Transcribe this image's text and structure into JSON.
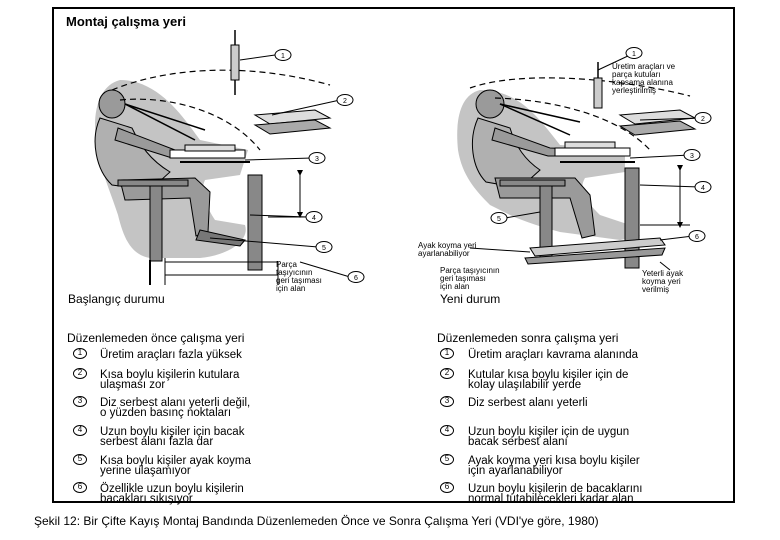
{
  "title": "Montaj çalışma yeri",
  "labels": {
    "top_right": [
      "Üretim araçları ve",
      "parça kutuları",
      "kapsama alanına",
      "yerleştirilmiş"
    ],
    "foot_adj": [
      "Ayak koyma yeri",
      "ayarlanabiliyor"
    ],
    "left_carrier": [
      "Parça",
      "taşıyıcının",
      "geri taşıması",
      "için alan"
    ],
    "right_carrier": [
      "Parça taşıyıcının",
      "geri taşıması",
      "için alan"
    ],
    "right_foot": [
      "Yeterli ayak",
      "koyma yeri",
      "verilmiş"
    ]
  },
  "callouts_left": [
    "1",
    "2",
    "3",
    "4",
    "5",
    "6"
  ],
  "callouts_right": [
    "1",
    "2",
    "3",
    "4",
    "5",
    "6"
  ],
  "states": {
    "before": "Başlangıç durumu",
    "after": "Yeni durum"
  },
  "before": {
    "heading": "Düzenlemeden önce çalışma yeri",
    "items": [
      {
        "num": "1",
        "lines": [
          "Üretim araçları fazla yüksek"
        ]
      },
      {
        "num": "2",
        "lines": [
          "Kısa boylu kişilerin kutulara",
          "ulaşması zor"
        ]
      },
      {
        "num": "3",
        "lines": [
          "Diz serbest alanı yeterli değil,",
          "o yüzden basınç noktaları"
        ]
      },
      {
        "num": "4",
        "lines": [
          "Uzun boylu kişiler için bacak",
          "serbest alanı fazla dar"
        ]
      },
      {
        "num": "5",
        "lines": [
          "Kısa boylu kişiler ayak koyma",
          "yerine ulaşamıyor"
        ]
      },
      {
        "num": "6",
        "lines": [
          "Özellikle uzun boylu kişilerin",
          "bacakları sıkışıyor"
        ]
      }
    ]
  },
  "after": {
    "heading": "Düzenlemeden sonra çalışma yeri",
    "items": [
      {
        "num": "1",
        "lines": [
          "Üretim araçları kavrama alanında"
        ]
      },
      {
        "num": "2",
        "lines": [
          "Kutular kısa boylu kişiler için de",
          "kolay ulaşılabilir yerde"
        ]
      },
      {
        "num": "3",
        "lines": [
          "Diz serbest alanı yeterli"
        ]
      },
      {
        "num": "4",
        "lines": [
          "Uzun boylu kişiler için de uygun",
          "bacak serbest alanı"
        ]
      },
      {
        "num": "5",
        "lines": [
          "Ayak koyma yeri kısa boylu kişiler",
          "için ayarlanabiliyor"
        ]
      },
      {
        "num": "6",
        "lines": [
          "Uzun boylu kişilerin de bacaklarını",
          "normal tutabilecekleri kadar alan"
        ]
      }
    ]
  },
  "caption": "Şekil 12: Bir Çifte Kayış Montaj Bandında Düzenlemeden Önce ve Sonra Çalışma Yeri (VDI'ye göre, 1980)",
  "colors": {
    "shading": "#c4c4c4",
    "ink": "#000000",
    "background": "#ffffff"
  }
}
